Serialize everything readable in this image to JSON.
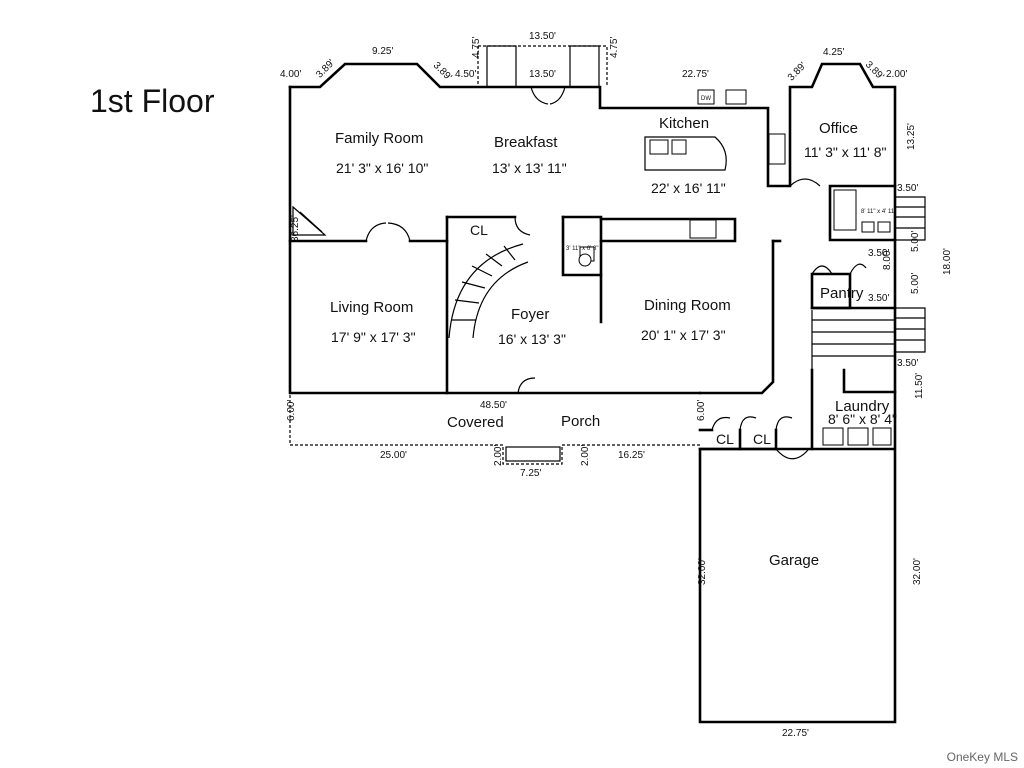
{
  "title": "1st Floor",
  "watermark": "OneKey MLS",
  "rooms": {
    "family": {
      "name": "Family Room",
      "dims": "21' 3\" x 16' 10\""
    },
    "breakfast": {
      "name": "Breakfast",
      "dims": "13' x 13' 11\""
    },
    "kitchen": {
      "name": "Kitchen",
      "dims": "22' x 16' 11\""
    },
    "office": {
      "name": "Office",
      "dims": "11' 3\" x 11' 8\""
    },
    "living": {
      "name": "Living Room",
      "dims": "17' 9\" x 17' 3\""
    },
    "foyer": {
      "name": "Foyer",
      "dims": "16' x 13' 3\""
    },
    "dining": {
      "name": "Dining Room",
      "dims": "20' 1\" x 17' 3\""
    },
    "pantry": {
      "name": "Pantry"
    },
    "laundry": {
      "name": "Laundry",
      "dims": "8' 6\" x 8' 4\""
    },
    "garage": {
      "name": "Garage"
    },
    "porch1": {
      "name": "Covered"
    },
    "porch2": {
      "name": "Porch"
    },
    "closet": "CL"
  },
  "bath_labels": {
    "half": "3' 11\" x 6' 8\"",
    "full": "8' 11\" x 4' 11\""
  },
  "appliances": {
    "dw": "DW"
  },
  "dimensions": {
    "d1": "4.00'",
    "d2": "3.89'",
    "d3": "9.25'",
    "d4": "3.89'",
    "d5": "4.75'",
    "d6": "4.50'",
    "d7": "13.50'",
    "d8": "13.50'",
    "d9": "4.75'",
    "d10": "22.75'",
    "d11": "3.89'",
    "d12": "4.25'",
    "d13": "3.89'",
    "d14": "2.00'",
    "d15": "13.25'",
    "d16": "3.50'",
    "d17": "36.25'",
    "d18": "3.50'",
    "d19": "5.00'",
    "d20": "8.00'",
    "d21": "18.00'",
    "d22": "5.00'",
    "d23": "3.50'",
    "d24": "3.50'",
    "d25": "11.50'",
    "d26": "48.50'",
    "d27": "6.00'",
    "d28": "6.00'",
    "d29": "25.00'",
    "d30": "2.00'",
    "d31": "7.25'",
    "d32": "2.00'",
    "d33": "16.25'",
    "d34": "32.00'",
    "d35": "32.00'",
    "d36": "22.75'"
  }
}
